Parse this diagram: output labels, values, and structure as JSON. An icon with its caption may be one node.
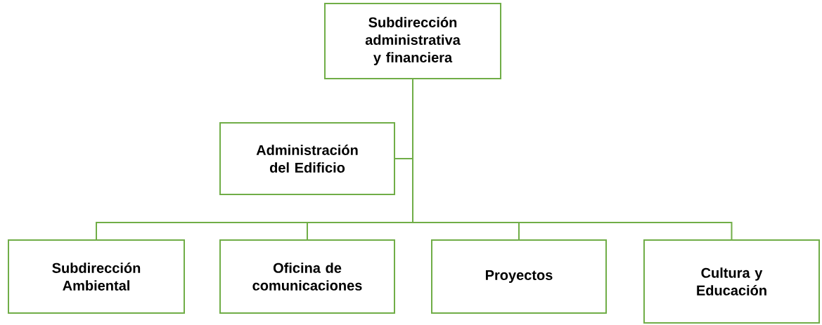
{
  "diagram": {
    "nodes": [
      {
        "text": [
          "Subdirección administrativa y financiera"
        ]
      },
      {
        "text": [
          "Administración del Edificio"
        ]
      },
      {
        "text": [
          "Subdirección Ambiental"
        ]
      },
      {
        "text": [
          "Oficina de comunicaciones"
        ]
      },
      {
        "text": [
          "Proyectos"
        ]
      },
      {
        "text": [
          "Cultura y Educación"
        ]
      }
    ],
    "edges": [
      {
        "from": 0,
        "to": 1,
        "arrow": "none"
      },
      {
        "from": 0,
        "to": 2,
        "arrow": "none"
      },
      {
        "from": 0,
        "to": 3,
        "arrow": "none"
      },
      {
        "from": 0,
        "to": 4,
        "arrow": "none"
      },
      {
        "from": 0,
        "to": 5,
        "arrow": "none"
      }
    ]
  }
}
